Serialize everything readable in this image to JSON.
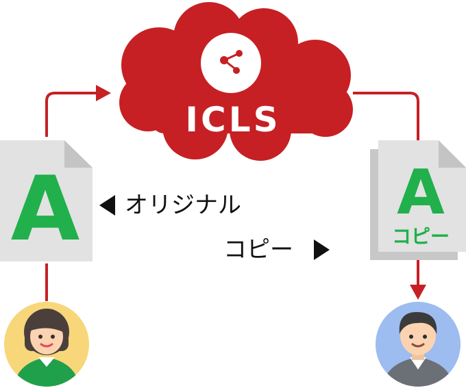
{
  "cloud": {
    "title": "ICLS",
    "color": "#c62024",
    "icon": "share-nodes-icon"
  },
  "original_doc": {
    "letter": "A",
    "letter_color": "#21b04b",
    "paper_color": "#e2e2e2"
  },
  "copy_doc": {
    "letter": "A",
    "sub_label": "コピー",
    "letter_color": "#21b04b",
    "paper_color": "#e2e2e2"
  },
  "labels": {
    "original": "オリジナル",
    "copy": "コピー"
  },
  "arrow_color": "#c62024",
  "avatars": {
    "sender": {
      "icon": "woman-avatar-icon",
      "bg": "#f7d77a",
      "shirt": "#21a04b"
    },
    "receiver": {
      "icon": "man-avatar-icon",
      "bg": "#9dbcf0",
      "shirt": "#6b7076"
    }
  }
}
